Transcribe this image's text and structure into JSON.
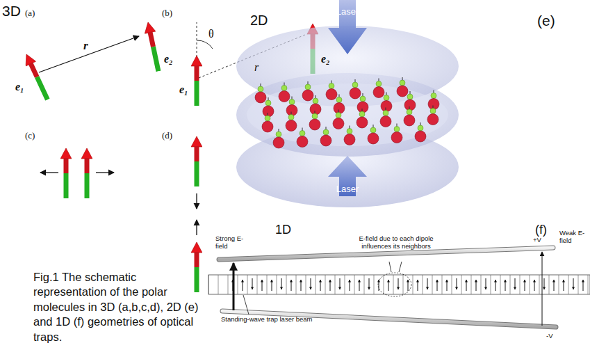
{
  "diagram": {
    "caption": "Fig.1 The schematic representation of the polar molecules in 3D (a,b,c,d), 2D (e) and 1D (f) geometries of optical traps.",
    "labels": [
      "3D",
      "(a)",
      "(b)",
      "e₁",
      "r",
      "e₂",
      "θ",
      "r",
      "e₁",
      "e₂",
      "(c)",
      "(d)",
      "2D",
      "Laser",
      "(e)",
      "Laser",
      "1D",
      "(f)",
      "Strong E-field",
      "E-field due to each dipole influences its neighbors",
      "Weak E-field",
      "+V",
      "-V",
      "Standing-wave trap laser beam"
    ]
  }
}
